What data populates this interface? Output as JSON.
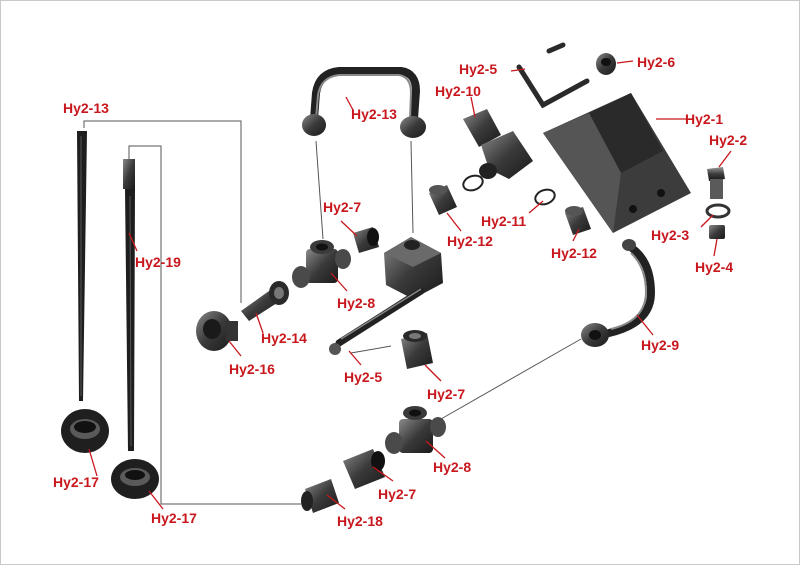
{
  "diagram": {
    "label_color": "#c8181e",
    "part_color": "#2a2a2a",
    "labels": {
      "hy2_13_left": "Hy2-13",
      "hy2_13_pipe": "Hy2-13",
      "hy2_19": "Hy2-19",
      "hy2_17_left": "Hy2-17",
      "hy2_17_bottom": "Hy2-17",
      "hy2_16": "Hy2-16",
      "hy2_14": "Hy2-14",
      "hy2_7_top": "Hy2-7",
      "hy2_8_top": "Hy2-8",
      "hy2_5_handle": "Hy2-5",
      "hy2_7_mid": "Hy2-7",
      "hy2_8_bottom": "Hy2-8",
      "hy2_7_bottom": "Hy2-7",
      "hy2_18": "Hy2-18",
      "hy2_5_key": "Hy2-5",
      "hy2_6": "Hy2-6",
      "hy2_10": "Hy2-10",
      "hy2_1": "Hy2-1",
      "hy2_2": "Hy2-2",
      "hy2_3": "Hy2-3",
      "hy2_4": "Hy2-4",
      "hy2_11": "Hy2-11",
      "hy2_12_left": "Hy2-12",
      "hy2_12_right": "Hy2-12",
      "hy2_9": "Hy2-9"
    }
  }
}
